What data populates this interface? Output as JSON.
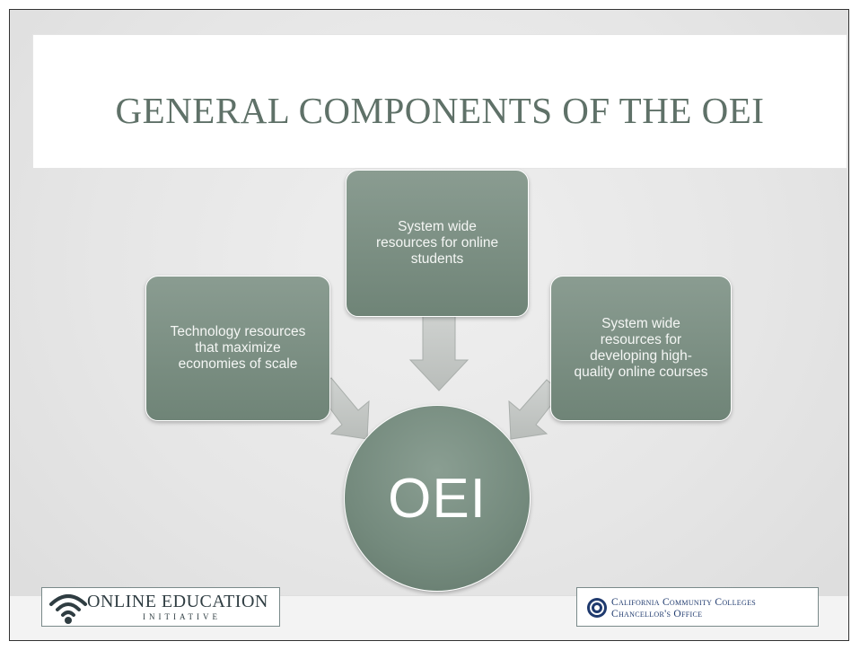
{
  "slide": {
    "title": "GENERAL COMPONENTS OF THE OEI"
  },
  "diagram": {
    "top_box": [
      "System wide",
      "resources for online",
      "students"
    ],
    "left_box": [
      "Technology resources",
      "that maximize",
      "economies of scale"
    ],
    "right_box": [
      "System wide",
      "resources for",
      "developing high-",
      "quality online courses"
    ],
    "center": "OEI"
  },
  "logos": {
    "left": {
      "name": "ONLINE EDUCATION",
      "tagline": "INITIATIVE",
      "icon": "wifi-icon"
    },
    "right": {
      "line1": "California Community Colleges",
      "line2": "Chancellor's Office",
      "icon": "seal-icon"
    }
  },
  "colors": {
    "title": "#5f7168",
    "shape_fill": "#7b8f83",
    "arrow_fill": "#c4c8c5"
  }
}
